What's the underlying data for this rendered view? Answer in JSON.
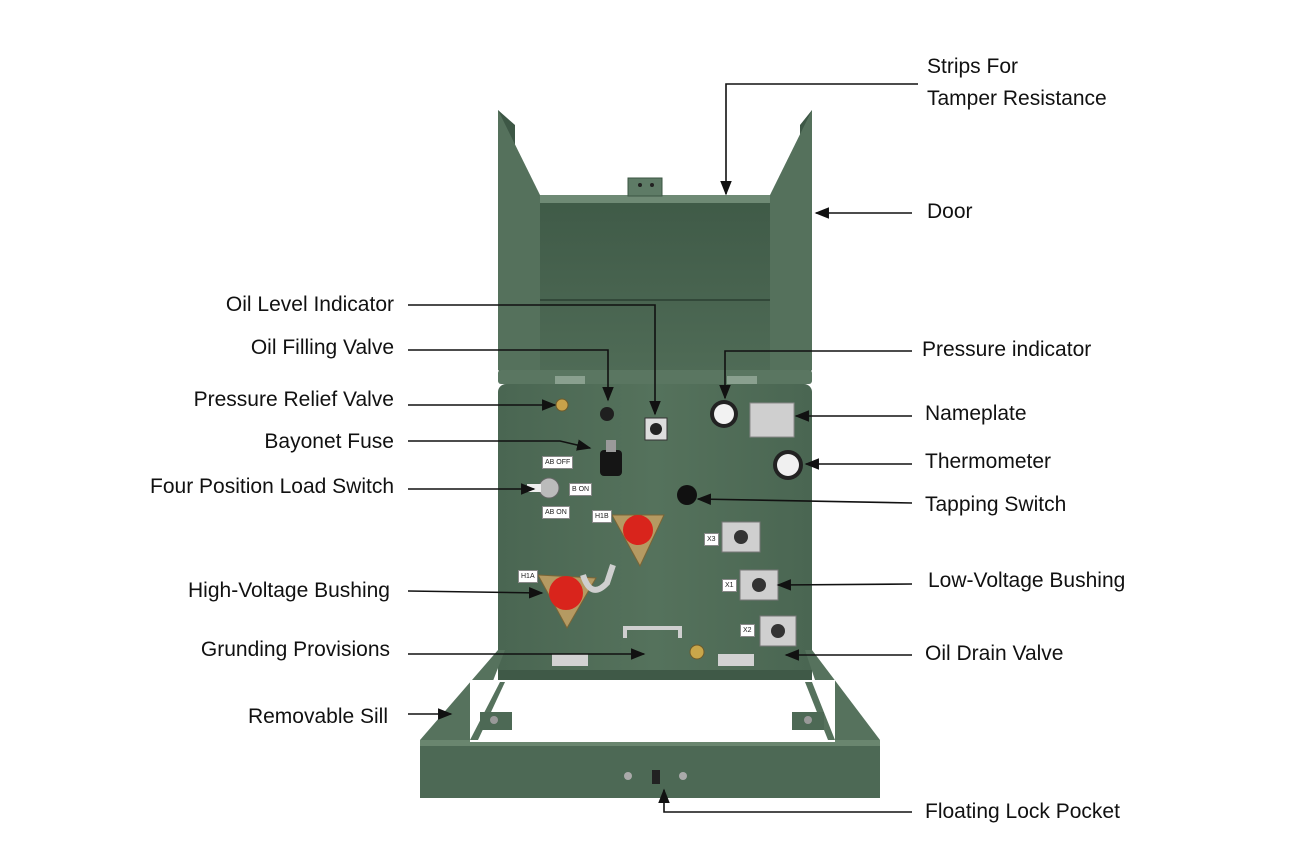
{
  "labels_left": [
    {
      "id": "oil-level-indicator",
      "text": "Oil Level Indicator"
    },
    {
      "id": "oil-filling-valve",
      "text": "Oil Filling Valve"
    },
    {
      "id": "pressure-relief-valve",
      "text": "Pressure Relief Valve"
    },
    {
      "id": "bayonet-fuse",
      "text": "Bayonet Fuse"
    },
    {
      "id": "four-position-load-switch",
      "text": "Four Position Load Switch"
    },
    {
      "id": "high-voltage-bushing",
      "text": "High-Voltage Bushing"
    },
    {
      "id": "grunding-provisions",
      "text": "Grunding Provisions"
    },
    {
      "id": "removable-sill",
      "text": "Removable Sill"
    }
  ],
  "labels_right": [
    {
      "id": "strips-for-tamper-resistance",
      "line1": "Strips For",
      "line2": "Tamper Resistance"
    },
    {
      "id": "door",
      "text": "Door"
    },
    {
      "id": "pressure-indicator",
      "text": "Pressure indicator"
    },
    {
      "id": "nameplate",
      "text": "Nameplate"
    },
    {
      "id": "thermometer",
      "text": "Thermometer"
    },
    {
      "id": "tapping-switch",
      "text": "Tapping Switch"
    },
    {
      "id": "low-voltage-bushing",
      "text": "Low-Voltage Bushing"
    },
    {
      "id": "oil-drain-valve",
      "text": "Oil Drain Valve"
    },
    {
      "id": "floating-lock-pocket",
      "text": "Floating Lock Pocket"
    }
  ],
  "panel_tags": {
    "h1a": "H1A",
    "h1b": "H1B",
    "x1": "X1",
    "x2": "X2",
    "x3": "X3",
    "ab_off": "AB OFF",
    "b_on": "B ON",
    "ab_on": "AB ON"
  },
  "colors": {
    "cabinet_green": "#4a6652",
    "cabinet_dark": "#3a5343",
    "cabinet_light": "#5d7a64",
    "bushing_red": "#d9241c",
    "bushing_brass": "#b59a62"
  }
}
